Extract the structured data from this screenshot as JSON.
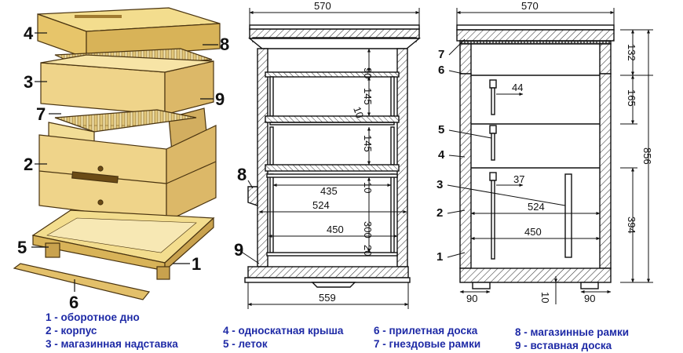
{
  "dimensions": {
    "section": {
      "width_top": "570",
      "h1": "90",
      "h2": "145",
      "h3": "145",
      "t1": "10",
      "t2": "10",
      "t3": "20",
      "w435": "435",
      "w524": "524",
      "w450": "450",
      "h300": "300",
      "w559": "559"
    },
    "side": {
      "width_top": "570",
      "v132": "132",
      "v165": "165",
      "v856": "856",
      "v394": "394",
      "w44": "44",
      "w37": "37",
      "w524": "524",
      "w450": "450",
      "b90a": "90",
      "b10": "10",
      "b90b": "90"
    }
  },
  "callouts": {
    "hive": [
      "4",
      "8",
      "3",
      "9",
      "7",
      "2",
      "5",
      "1",
      "6"
    ],
    "section_8": "8",
    "section_9": "9",
    "side": [
      "7",
      "6",
      "5",
      "4",
      "3",
      "2",
      "1"
    ]
  },
  "legend": {
    "col1": [
      "1  - оборотное дно",
      "2  - корпус",
      "3  - магазинная надставка"
    ],
    "col2": [
      "4  - односкатная крыша",
      "5  - леток"
    ],
    "col3": [
      "6  - прилетная доска",
      "7  - гнездовые рамки"
    ],
    "col4": [
      "8  - магазинные рамки",
      "9  - вставная доска"
    ]
  }
}
